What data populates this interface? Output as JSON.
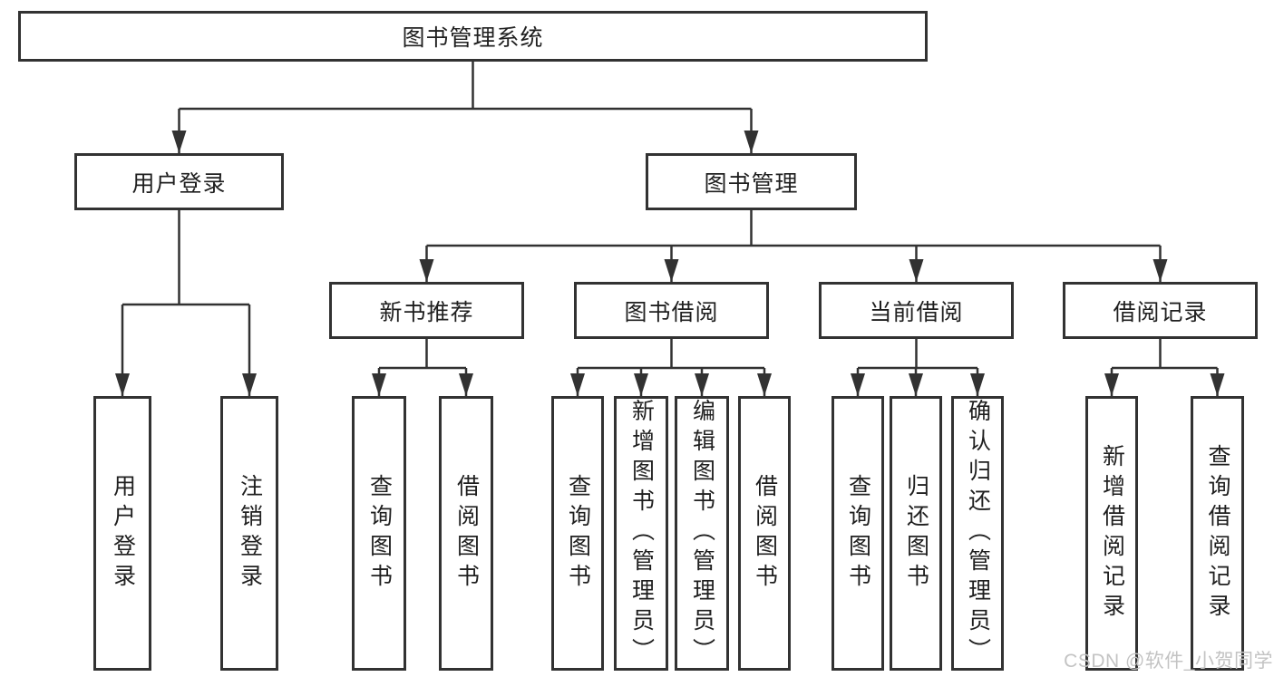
{
  "diagram_type": "hierarchy-tree",
  "colors": {
    "border": "#323232",
    "line": "#323232",
    "text": "#1f1f1f",
    "background": "#ffffff",
    "watermark": "#c3c3c3"
  },
  "tree": {
    "label": "图书管理系统",
    "children": [
      {
        "label": "用户登录",
        "children": [
          {
            "label": "用户登录"
          },
          {
            "label": "注销登录"
          }
        ]
      },
      {
        "label": "图书管理",
        "children": [
          {
            "label": "新书推荐",
            "children": [
              {
                "label": "查询图书"
              },
              {
                "label": "借阅图书"
              }
            ]
          },
          {
            "label": "图书借阅",
            "children": [
              {
                "label": "查询图书"
              },
              {
                "label": "新增图书（管理员）"
              },
              {
                "label": "编辑图书（管理员）"
              },
              {
                "label": "借阅图书"
              }
            ]
          },
          {
            "label": "当前借阅",
            "children": [
              {
                "label": "查询图书"
              },
              {
                "label": "归还图书"
              },
              {
                "label": "确认归还（管理员）"
              }
            ]
          },
          {
            "label": "借阅记录",
            "children": [
              {
                "label": "新增借阅记录"
              },
              {
                "label": "查询借阅记录"
              }
            ]
          }
        ]
      }
    ]
  },
  "watermark": {
    "text": "CSDN @软件_小贺同学"
  }
}
